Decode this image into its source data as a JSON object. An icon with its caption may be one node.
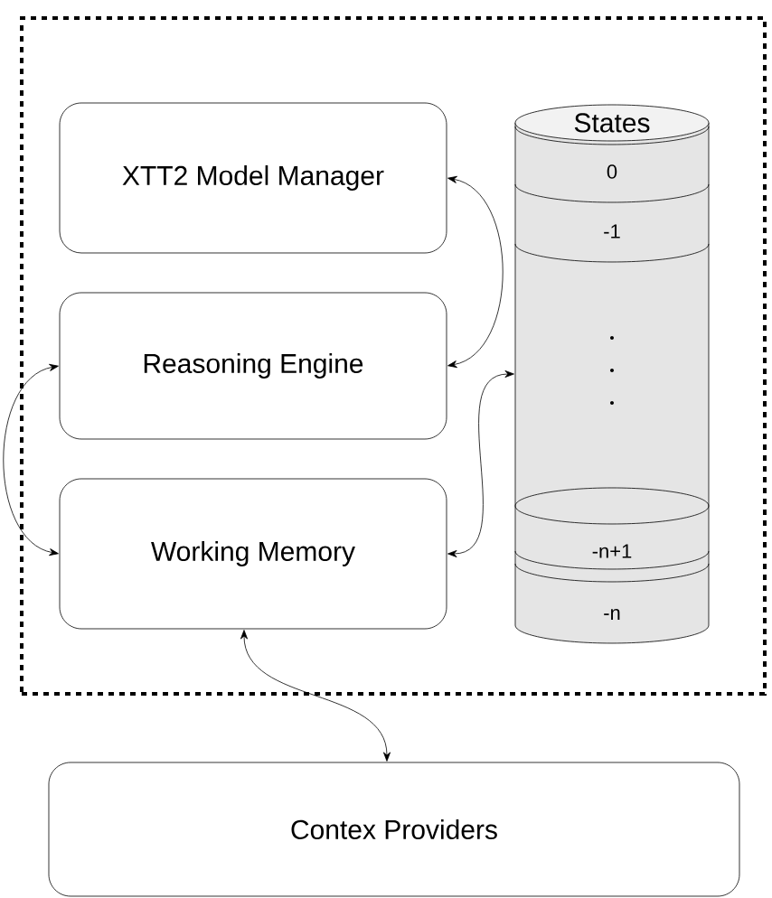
{
  "diagram": {
    "nodes": [
      {
        "text": [],
        "shape": "box"
      },
      {
        "text": [
          "XTT2 Model Manager"
        ],
        "in": 0
      },
      {
        "text": [
          "Reasoning Engine"
        ],
        "in": 0
      },
      {
        "text": [
          "Working Memory"
        ],
        "in": 0
      },
      {
        "text": [
          "States",
          "0",
          "-1",
          "-n+1",
          "-n"
        ],
        "in": 0
      },
      {
        "text": [
          "Contex Providers"
        ]
      }
    ],
    "edges": [
      {
        "from": 1,
        "to": 2,
        "arrow": "both"
      },
      {
        "from": 2,
        "to": 3,
        "arrow": "both"
      },
      {
        "from": 4,
        "to": 3,
        "arrow": "both"
      },
      {
        "from": 3,
        "to": 5,
        "arrow": "both"
      }
    ]
  }
}
